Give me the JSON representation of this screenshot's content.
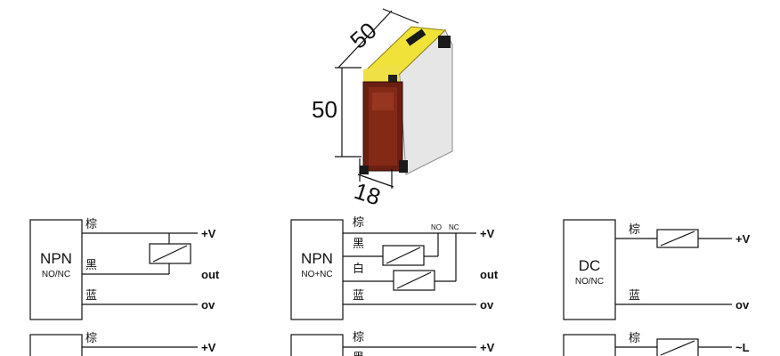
{
  "dimensions": {
    "depth": "50",
    "height": "50",
    "width": "18"
  },
  "wire_colors": {
    "brown": "棕",
    "black": "黑",
    "white": "白",
    "blue": "蓝"
  },
  "terminals": {
    "plus_v": "+V",
    "out": "out",
    "ov": "ov",
    "ac_l": "~L"
  },
  "contacts": {
    "no": "NO",
    "nc": "NC"
  },
  "diagram_a": {
    "title": "NPN",
    "subtitle": "NO/NC"
  },
  "diagram_b": {
    "title": "NPN",
    "subtitle": "NO+NC"
  },
  "diagram_c": {
    "title": "DC",
    "subtitle": "NO/NC"
  }
}
